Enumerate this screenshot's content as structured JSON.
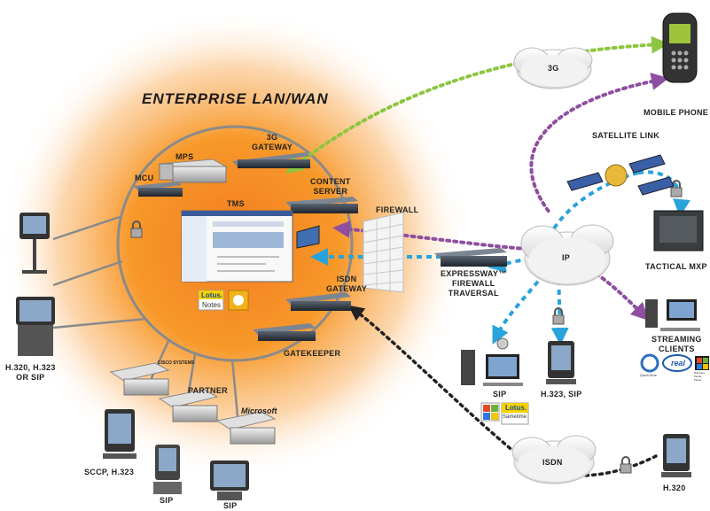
{
  "diagram": {
    "title": "ENTERPRISE LAN/WAN",
    "labels": {
      "mps": "MPS",
      "gateway_3g": "3G\nGATEWAY",
      "mcu": "MCU",
      "tms": "TMS",
      "content_server": "CONTENT\nSERVER",
      "firewall": "FIREWALL",
      "isdn_gateway": "ISDN\nGATEWAY",
      "gatekeeper": "GATEKEEPER",
      "expressway": "EXPRESSWAY™\nFIREWALL\nTRAVERSAL",
      "partner": "PARTNER",
      "h320_h323_sip": "H.320, H.323\nOR SIP",
      "sccp_h323": "SCCP, H.323",
      "sip_bottom_1": "SIP",
      "sip_bottom_2": "SIP",
      "cloud_3g": "3G",
      "cloud_ip": "IP",
      "cloud_isdn": "ISDN",
      "mobile_phone": "MOBILE PHONE",
      "satellite_link": "SATELLITE LINK",
      "tactical_mxp": "TACTICAL MXP",
      "streaming_clients": "STREAMING\nCLIENTS",
      "sip_right": "SIP",
      "h323_sip": "H.323, SIP",
      "h320": "H.320"
    },
    "logos": {
      "lotus": "Lotus.",
      "notes": "Notes",
      "sametime": "Sametime",
      "cisco": "CISCO SYSTEMS",
      "microsoft": "Microsoft",
      "real": "real",
      "quicktime": "QuickTime",
      "windows": "Windows Media Player"
    },
    "colors": {
      "orange_glow": "#f7931e",
      "ring": "#8a8a8a",
      "green_link": "#8cc63f",
      "purple_link": "#8e4fa0",
      "blue_link": "#29a3dc",
      "isdn_link": "#222222",
      "isdn_dots": "#d0d0d0"
    }
  }
}
